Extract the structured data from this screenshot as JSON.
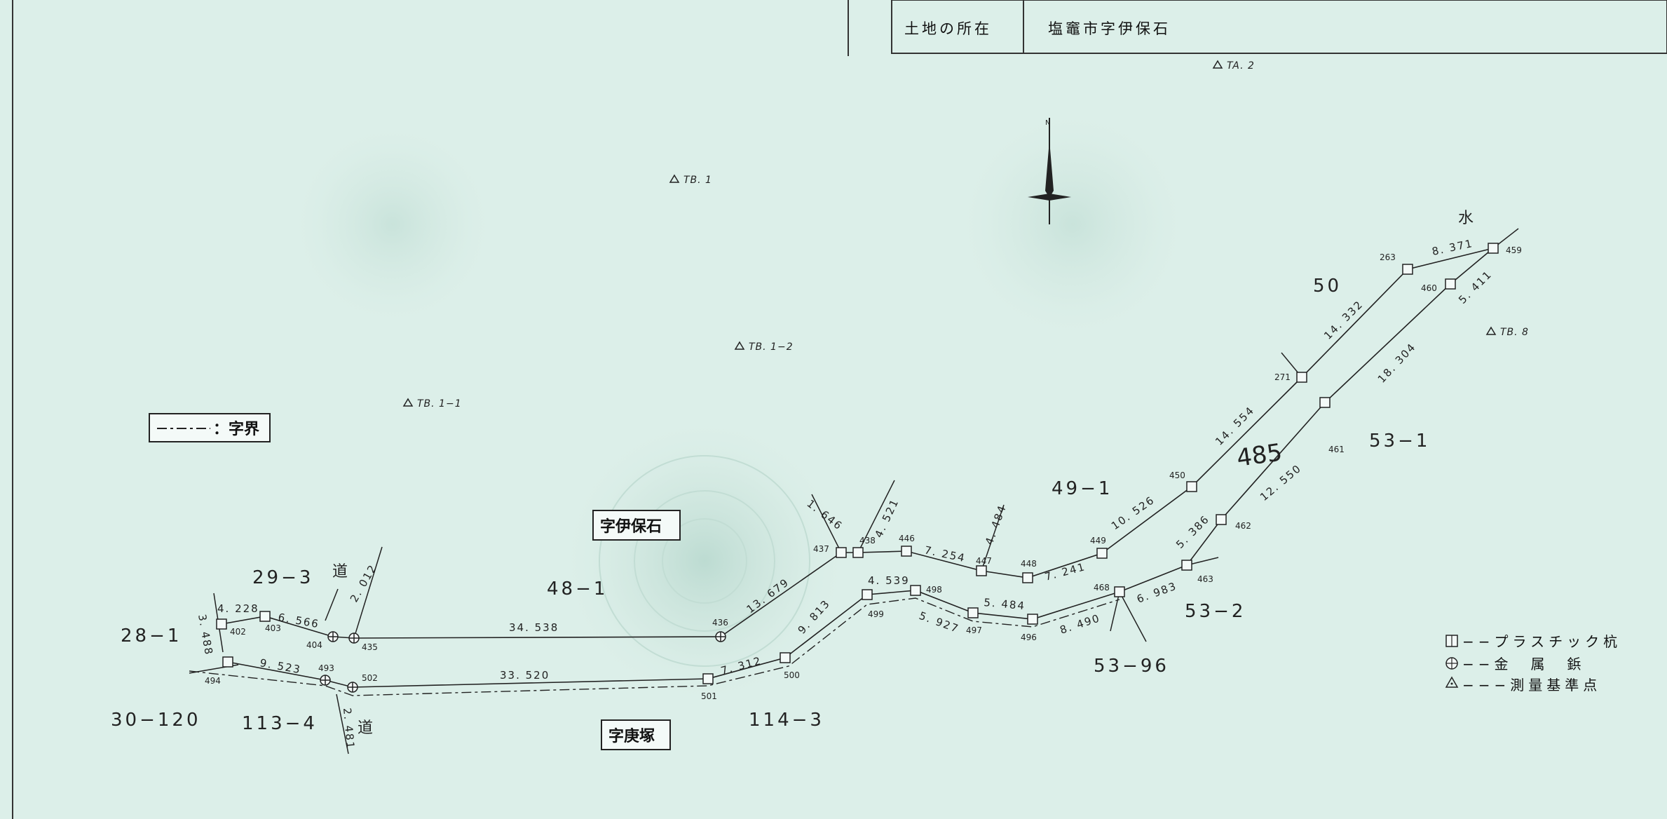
{
  "header": {
    "location_label": "土地の所在",
    "location_value": "塩竈市字伊保石"
  },
  "area_labels": {
    "upper": "字伊保石",
    "lower": "字庚塚"
  },
  "boundary_legend": "：字界",
  "handwritten_parcel": "485",
  "parcels": {
    "p29_3": "29−3",
    "p28_1": "28−1",
    "p30_120": "30−120",
    "p113_4": "113−4",
    "p48_1": "48−1",
    "p114_3": "114−3",
    "p49_1": "49−1",
    "p50": "50",
    "p53_1": "53−1",
    "p53_2": "53−2",
    "p53_96": "53−96"
  },
  "road_labels": {
    "road_upper": "道",
    "road_lower": "道",
    "water": "水"
  },
  "survey_marks": {
    "ta2": "TA. 2",
    "tb1": "TB. 1",
    "tb1_1": "TB. 1−1",
    "tb1_2": "TB. 1−2",
    "tb8": "TB. 8"
  },
  "points": {
    "p402": "402",
    "p403": "403",
    "p404": "404",
    "p435": "435",
    "p436": "436",
    "p437": "437",
    "p438": "438",
    "p446": "446",
    "p447": "447",
    "p448": "448",
    "p449": "449",
    "p450": "450",
    "p271": "271",
    "p263": "263",
    "p459": "459",
    "p460": "460",
    "p461": "461",
    "p462": "462",
    "p463": "463",
    "p468": "468",
    "p496": "496",
    "p497": "497",
    "p498": "498",
    "p499": "499",
    "p500": "500",
    "p501": "501",
    "p502": "502",
    "p493": "493",
    "p494": "494"
  },
  "distances": {
    "d4228": "4. 228",
    "d6566": "6. 566",
    "d2012": "2. 012",
    "d34538": "34. 538",
    "d13679": "13. 679",
    "d1646": "1. 646",
    "d4521": "4. 521",
    "d7254": "7. 254",
    "d4484": "4. 484",
    "d7241": "7. 241",
    "d10526": "10. 526",
    "d14554": "14. 554",
    "d14332": "14. 332",
    "d8371": "8. 371",
    "d5411": "5. 411",
    "d18304": "18. 304",
    "d12550": "12. 550",
    "d5386": "5. 386",
    "d6983": "6. 983",
    "d8490": "8. 490",
    "d5484": "5. 484",
    "d5927": "5. 927",
    "d4539": "4. 539",
    "d9813": "9. 813",
    "d7312": "7. 312",
    "d33520": "33. 520",
    "d9523": "9. 523",
    "d3488": "3. 488",
    "d2481": "2. 481"
  },
  "legend": {
    "plastic": "−−プラスチック杭",
    "metal": "−−金　属　鋲",
    "benchmark": "−−−測量基準点"
  },
  "compass": {
    "north": "N"
  }
}
